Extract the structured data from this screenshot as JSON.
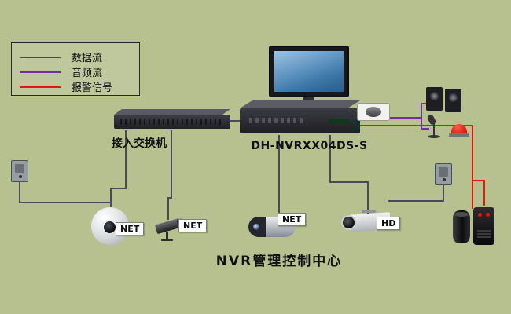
{
  "colors": {
    "background": "#b7c18f",
    "data_line": "#4a4a58",
    "audio_line": "#7030a0",
    "alarm_line": "#e8150a"
  },
  "legend": {
    "items": [
      {
        "label": "数据流",
        "color": "#4a4a58"
      },
      {
        "label": "音频流",
        "color": "#7030a0"
      },
      {
        "label": "报警信号",
        "color": "#e8150a"
      }
    ]
  },
  "devices": {
    "switch_label": "接入交换机",
    "nvr_label": "DH-NVRXX04DS-S",
    "camera_badges": {
      "dome": "NET",
      "bullet": "NET",
      "ptz": "NET",
      "box": "HD"
    }
  },
  "title": "NVR管理控制中心"
}
